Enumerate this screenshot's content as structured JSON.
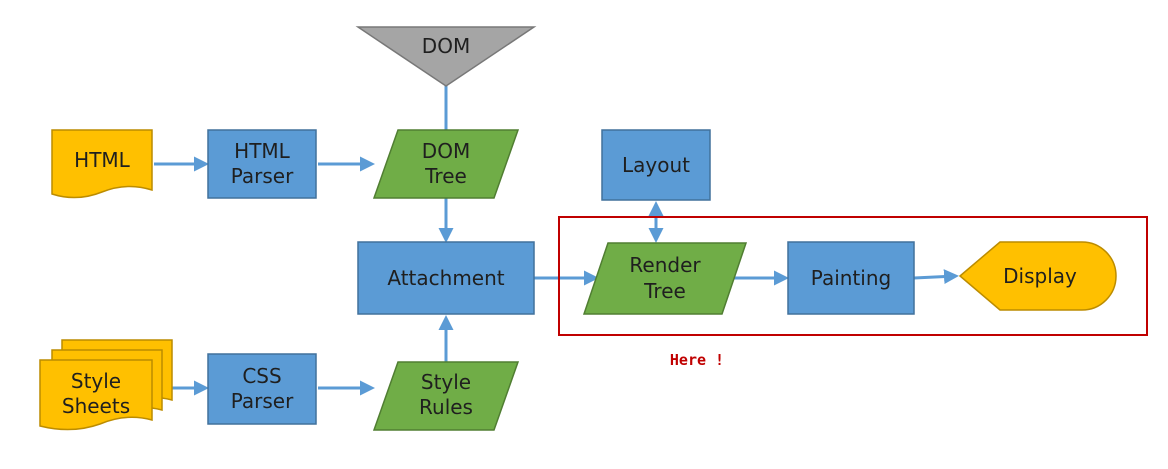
{
  "nodes": {
    "dom": "DOM",
    "html": "HTML",
    "html_parser": [
      "HTML",
      "Parser"
    ],
    "dom_tree": [
      "DOM",
      "Tree"
    ],
    "layout": "Layout",
    "attachment": "Attachment",
    "render_tree": [
      "Render",
      "Tree"
    ],
    "painting": "Painting",
    "display": "Display",
    "style_sheets": [
      "Style",
      "Sheets"
    ],
    "css_parser": [
      "CSS",
      "Parser"
    ],
    "style_rules": [
      "Style",
      "Rules"
    ]
  },
  "annotation": "Here !",
  "colors": {
    "process": "#5b9bd5",
    "data": "#70ad47",
    "document": "#ffc000",
    "dom": "#a5a5a5",
    "highlight": "#c00000",
    "connector": "#5b9bd5"
  }
}
